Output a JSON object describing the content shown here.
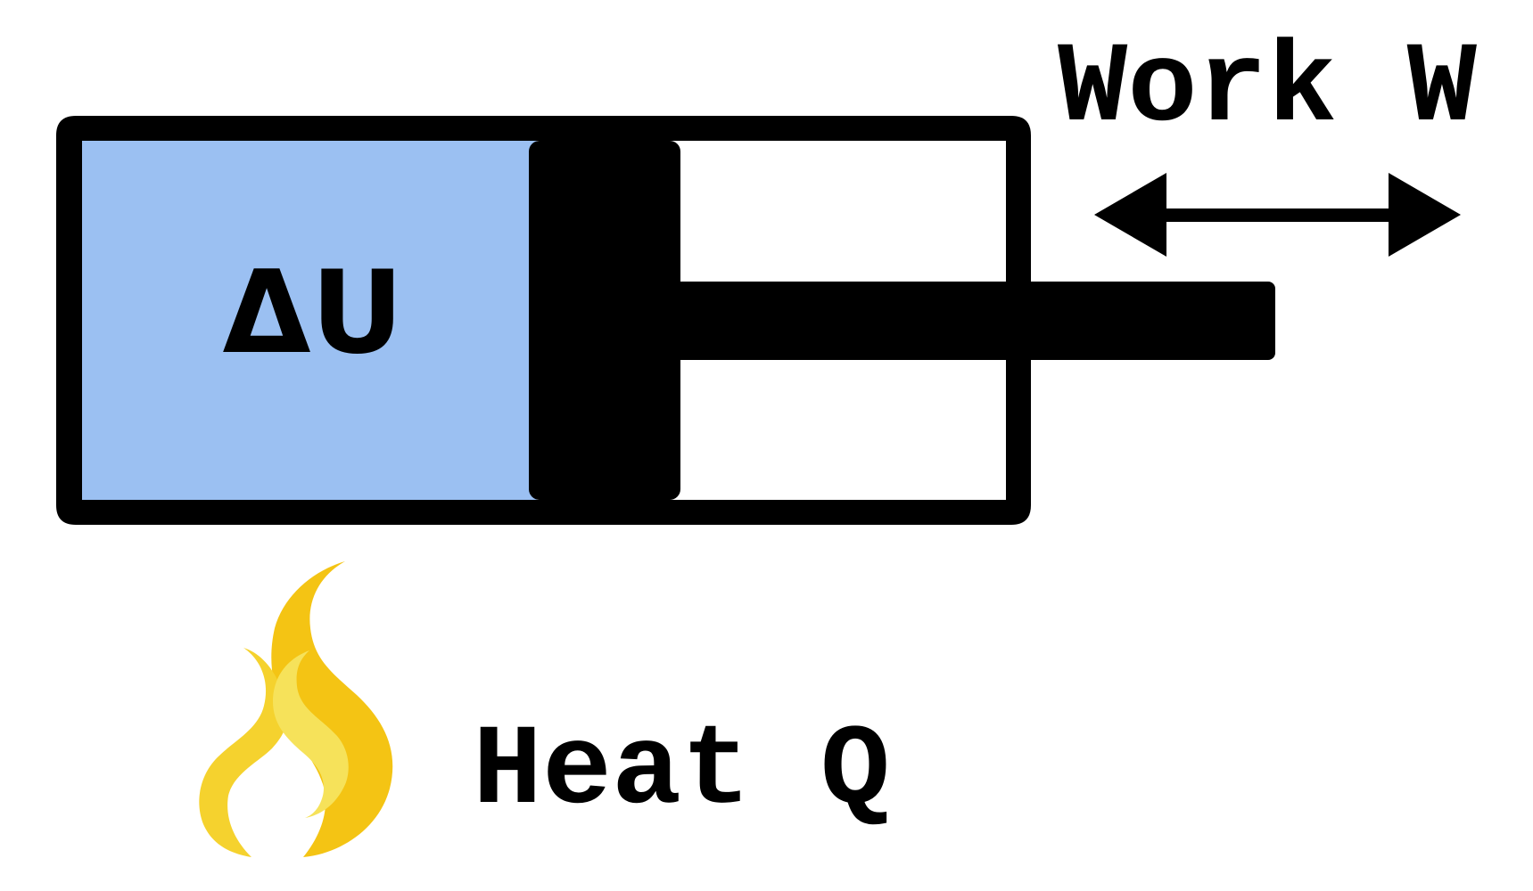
{
  "title": "First law of thermodynamics piston diagram",
  "labels": {
    "internal_energy": "ΔU",
    "work": "Work W",
    "heat": "Heat Q"
  },
  "colors": {
    "gas_fill": "#9bc0f2",
    "outline": "#000000",
    "flame_back": "#f4c414",
    "flame_left": "#f5d22e",
    "flame_front": "#f6e25a",
    "background": "#ffffff"
  },
  "icons": {
    "flame": "flame-icon",
    "work_arrow": "double-headed-arrow-icon"
  }
}
